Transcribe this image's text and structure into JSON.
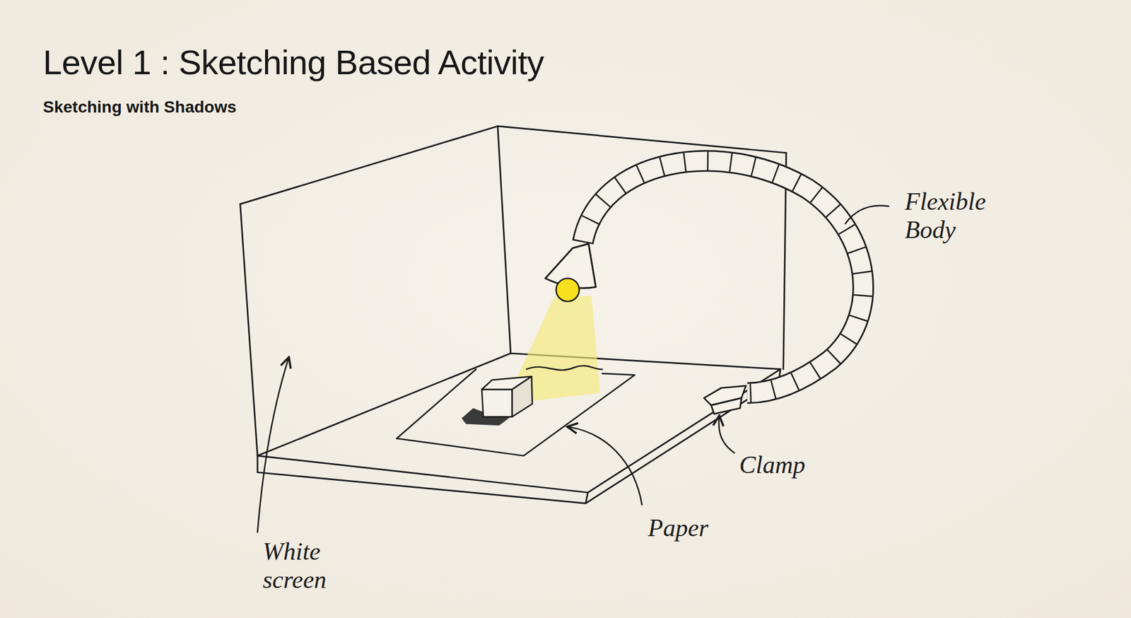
{
  "diagram": {
    "title": "Level 1 : Sketching Based Activity",
    "labels": [
      "Sketching with Shadows",
      "Flexible Body",
      "Clamp",
      "Paper",
      "White screen"
    ]
  }
}
